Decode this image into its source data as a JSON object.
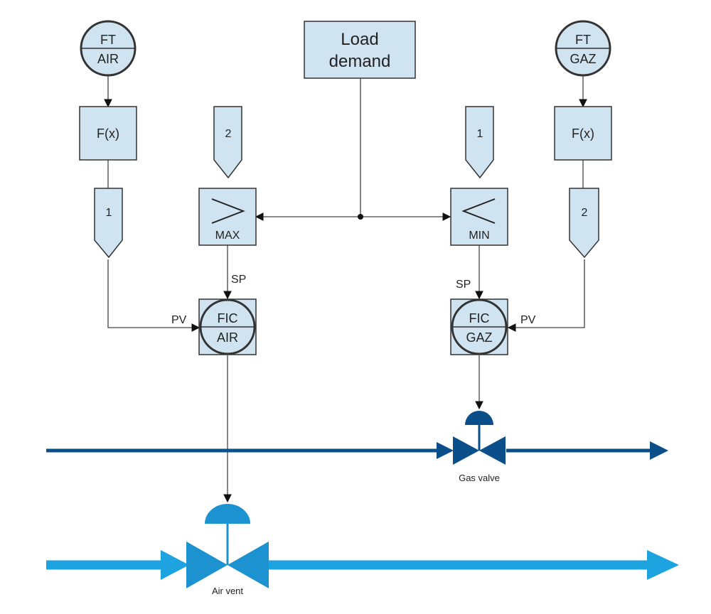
{
  "load_demand": {
    "line1": "Load",
    "line2": "demand"
  },
  "ft_air": {
    "top": "FT",
    "bottom": "AIR"
  },
  "ft_gaz": {
    "top": "FT",
    "bottom": "GAZ"
  },
  "fx_air": "F(x)",
  "fx_gaz": "F(x)",
  "bias_left": "1",
  "bias_right": "2",
  "const_max": "2",
  "const_min": "1",
  "max_block": {
    "symbol": ">",
    "label": "MAX"
  },
  "min_block": {
    "symbol": "<",
    "label": "MIN"
  },
  "fic_air": {
    "top": "FIC",
    "bottom": "AIR",
    "sp": "SP",
    "pv": "PV"
  },
  "fic_gaz": {
    "top": "FIC",
    "bottom": "GAZ",
    "sp": "SP",
    "pv": "PV"
  },
  "gas_valve_label": "Gas valve",
  "air_vent_label": "Air vent",
  "colors": {
    "gas_line": "#0b4f8a",
    "air_line": "#1ca3e0",
    "gas_actuator": "#0b4f8a",
    "air_actuator": "#1c93d0",
    "block_fill": "#cfe3f1"
  }
}
